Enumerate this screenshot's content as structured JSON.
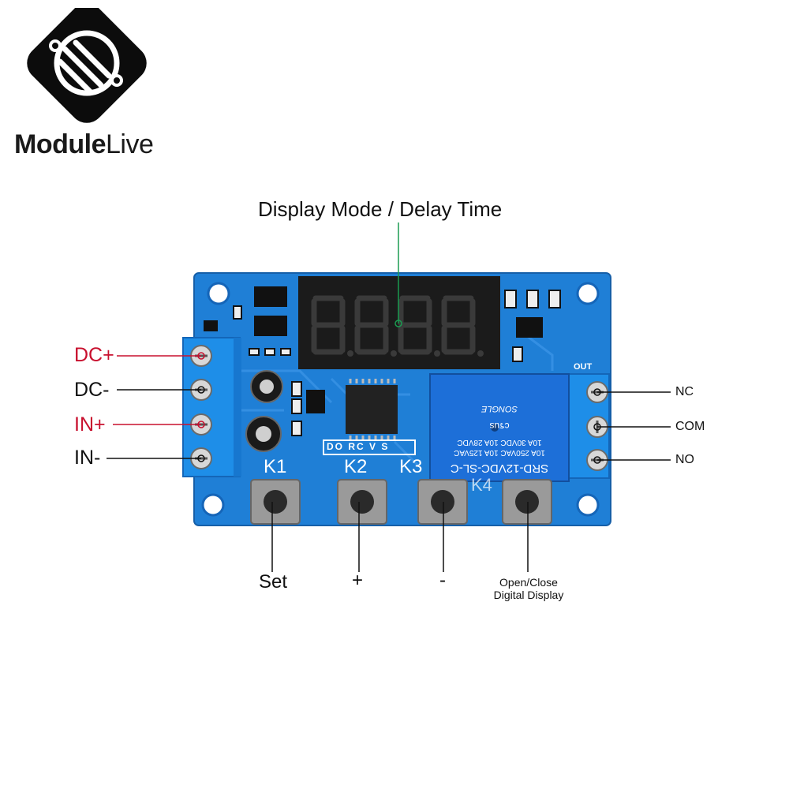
{
  "brand": {
    "name_bold": "Module",
    "name_light": "Live",
    "icon": "circuit-logo-icon"
  },
  "diagram": {
    "display_label": "Display Mode / Delay Time",
    "left_terminals": [
      {
        "label": "DC+",
        "color": "#c8102e"
      },
      {
        "label": "DC-",
        "color": "#111111"
      },
      {
        "label": "IN+",
        "color": "#c8102e"
      },
      {
        "label": "IN-",
        "color": "#111111"
      }
    ],
    "right_terminals": [
      "NC",
      "COM",
      "NO"
    ],
    "buttons": [
      {
        "silk": "K1",
        "label": "Set"
      },
      {
        "silk": "K2",
        "label": "+"
      },
      {
        "silk": "K3",
        "label": "-"
      },
      {
        "silk": "K4",
        "label_line1": "Open/Close",
        "label_line2": "Digital Display"
      }
    ],
    "board_text": {
      "out": "OUT",
      "relay_model": "SRD-12VDC-SL-C",
      "relay_spec_1": "10A 250VAC  10A 125VAC",
      "relay_spec_2": "10A 30VDC  10A 28VDC",
      "relay_brand": "SONGLE",
      "relay_cert": "cรus",
      "silk_row": "DO RC V S",
      "display_digits": "8.8.8.8."
    },
    "colors": {
      "pcb": "#1f7fd6",
      "pcb_dark": "#1565b8",
      "relay": "#1d6fd8",
      "terminal": "#1e8ee8",
      "leader_red": "#c8102e",
      "leader_green": "#1a9a50"
    }
  }
}
